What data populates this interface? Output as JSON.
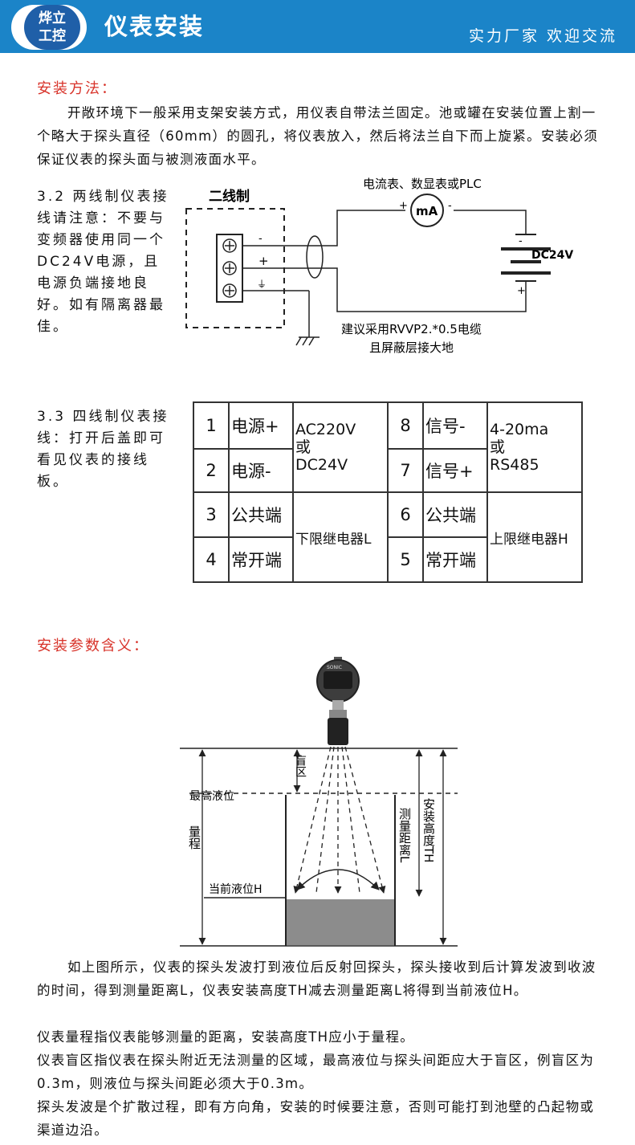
{
  "header": {
    "logo_line1": "烨立",
    "logo_line2": "工控",
    "title": "仪表安装",
    "slogan": "实力厂家 欢迎交流"
  },
  "install_method": {
    "heading": "安装方法：",
    "paragraph": "开敞环境下一般采用支架安装方式，用仪表自带法兰固定。池或罐在安装位置上割一个略大于探头直径（60mm）的圆孔，将仪表放入，然后将法兰自下而上旋紧。安装必须保证仪表的探头面与被测液面水平。"
  },
  "two_wire": {
    "note": "3.2 两线制仪表接线请注意：不要与变频器使用同一个DC24V电源，且电源负端接地良好。如有隔离器最佳。",
    "diagram": {
      "box_label": "二线制",
      "meter_label": "电流表、数显表或PLC",
      "meter_symbol": "mA",
      "supply_label": "DC24V",
      "plus": "+",
      "minus": "-",
      "cable_line1": "建议采用RVVP2.*0.5电缆",
      "cable_line2": "且屏蔽层接大地"
    }
  },
  "four_wire": {
    "note": "3.3 四线制仪表接线：打开后盖即可看见仪表的接线板。",
    "table": {
      "r1": [
        "1",
        "电源+",
        "AC220V\n或\nDC24V",
        "8",
        "信号-",
        "4-20ma\n或\nRS485"
      ],
      "r2": [
        "2",
        "电源-",
        "7",
        "信号+"
      ],
      "r3": [
        "3",
        "公共端",
        "下限继电器L",
        "6",
        "公共端",
        "上限继电器H"
      ],
      "r4": [
        "4",
        "常开端",
        "5",
        "常开端"
      ]
    }
  },
  "params": {
    "heading": "安装参数含义：",
    "diagram": {
      "blind_zone": "盲区",
      "max_level": "最高液位",
      "range": "量程",
      "current_level": "当前液位H",
      "measured_distance": "测量距离L",
      "install_height": "安装高度TH",
      "sensor_brand": "SONIC"
    },
    "paragraphs": [
      "如上图所示，仪表的探头发波打到液位后反射回探头，探头接收到后计算发波到收波的时间，得到测量距离L，仪表安装高度TH减去测量距离L将得到当前液位H。",
      "仪表量程指仪表能够测量的距离，安装高度TH应小于量程。",
      "仪表盲区指仪表在探头附近无法测量的区域，最高液位与探头间距应大于盲区，例盲区为0.3m，则液位与探头间距必须大于0.3m。",
      "探头发波是个扩散过程，即有方向角，安装的时候要注意，否则可能打到池壁的凸起物或渠道边沿。"
    ]
  },
  "colors": {
    "banner": "#1b84c8",
    "heading_red": "#d8332a",
    "liquid": "#8c8c8c"
  }
}
